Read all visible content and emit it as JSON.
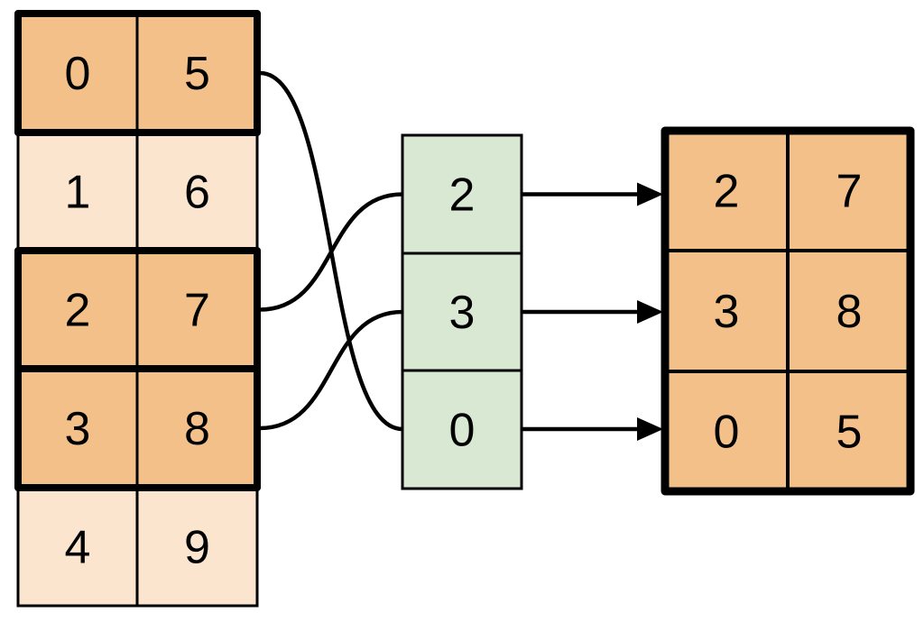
{
  "diagram": {
    "description": "Row gather / indexing diagram: an index column selects highlighted rows of a source table to build a result table",
    "colors": {
      "highlight_fill": "#f4c08a",
      "muted_fill": "#fbe5ce",
      "index_fill": "#d8e8d2",
      "stroke": "#000000",
      "background": "#ffffff"
    },
    "source_table": {
      "rows": [
        {
          "cells": [
            "0",
            "5"
          ],
          "highlighted": true
        },
        {
          "cells": [
            "1",
            "6"
          ],
          "highlighted": false
        },
        {
          "cells": [
            "2",
            "7"
          ],
          "highlighted": true
        },
        {
          "cells": [
            "3",
            "8"
          ],
          "highlighted": true
        },
        {
          "cells": [
            "4",
            "9"
          ],
          "highlighted": false
        }
      ]
    },
    "index_column": {
      "values": [
        "2",
        "3",
        "0"
      ]
    },
    "result_table": {
      "rows": [
        {
          "cells": [
            "2",
            "7"
          ]
        },
        {
          "cells": [
            "3",
            "8"
          ]
        },
        {
          "cells": [
            "0",
            "5"
          ]
        }
      ]
    },
    "connections": {
      "curves": [
        {
          "from": "source-row-0",
          "to": "index-cell-2"
        },
        {
          "from": "source-row-2",
          "to": "index-cell-0"
        },
        {
          "from": "source-row-3",
          "to": "index-cell-1"
        }
      ],
      "arrows": [
        {
          "from": "index-cell-0",
          "to": "result-row-0"
        },
        {
          "from": "index-cell-1",
          "to": "result-row-1"
        },
        {
          "from": "index-cell-2",
          "to": "result-row-2"
        }
      ]
    }
  }
}
